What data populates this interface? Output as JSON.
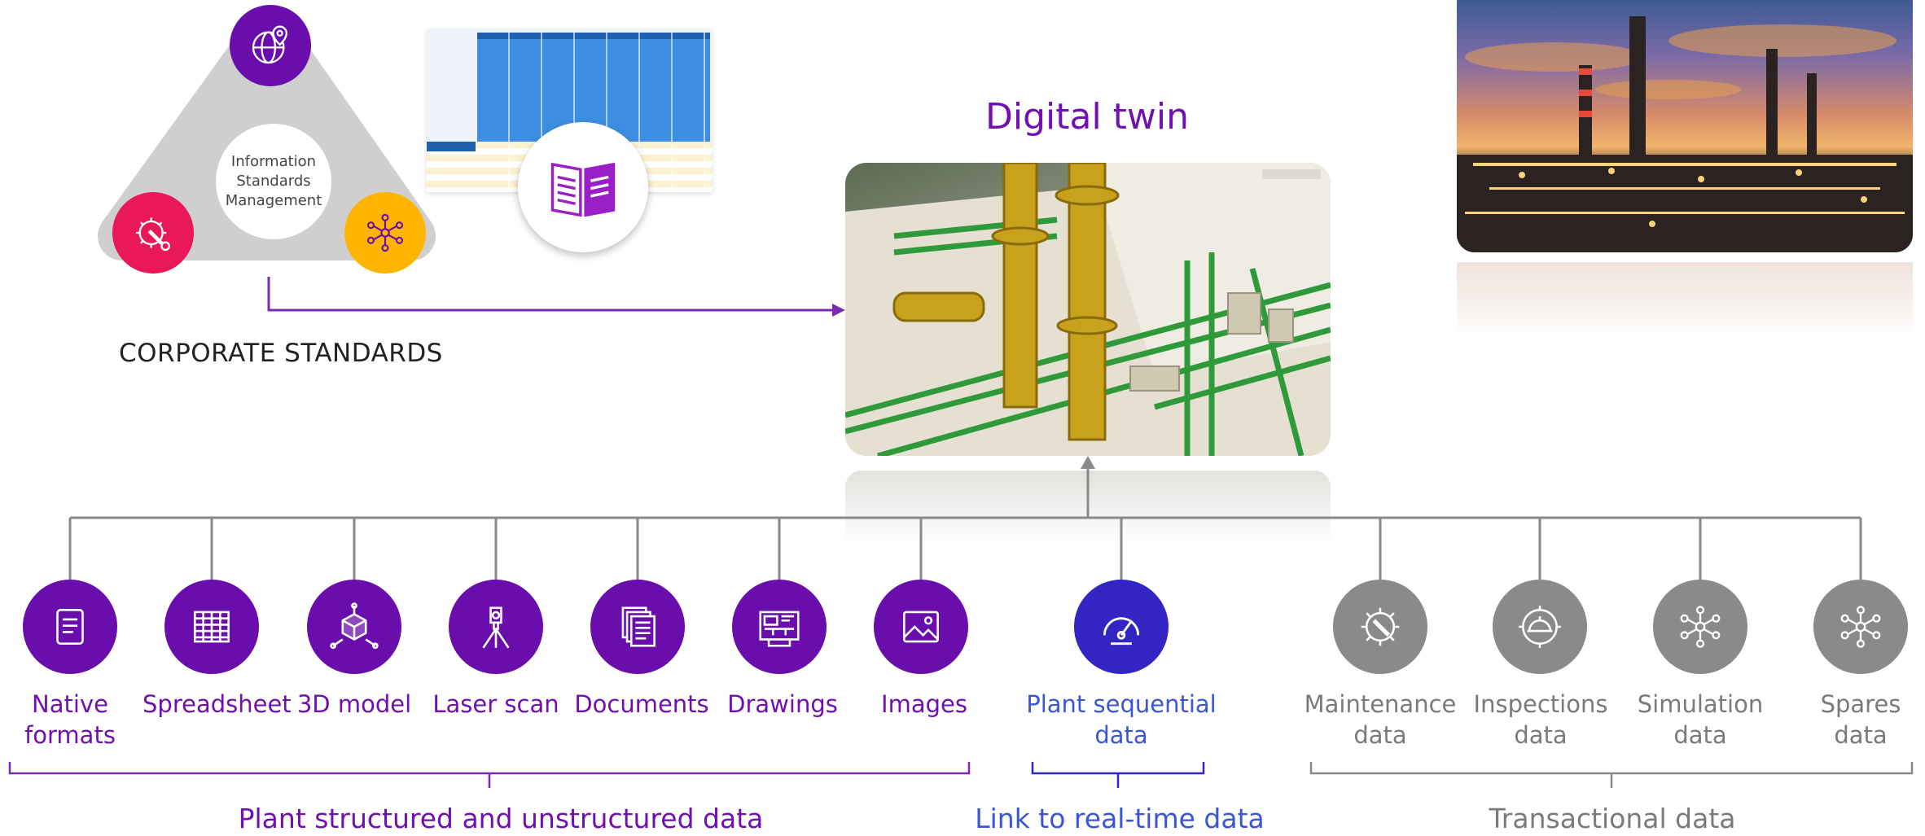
{
  "corporate": {
    "center_label": "Information\nStandards\nManagement",
    "title": "CORPORATE STANDARDS",
    "icons": [
      "globe-location-icon",
      "wrench-gear-icon",
      "network-brain-icon",
      "open-book-icon"
    ]
  },
  "digital_twin": {
    "title": "Digital twin"
  },
  "sources": [
    {
      "label": "Native\nformats",
      "icon": "document-icon"
    },
    {
      "label": "Spreadsheet",
      "icon": "spreadsheet-icon"
    },
    {
      "label": "3D model",
      "icon": "cube-model-icon"
    },
    {
      "label": "Laser scan",
      "icon": "laser-scanner-icon"
    },
    {
      "label": "Documents",
      "icon": "documents-icon"
    },
    {
      "label": "Drawings",
      "icon": "drawing-icon"
    },
    {
      "label": "Images",
      "icon": "image-icon"
    },
    {
      "label": "Plant sequential\ndata",
      "icon": "gauge-icon"
    },
    {
      "label": "Maintenance\ndata",
      "icon": "gear-wrench-icon"
    },
    {
      "label": "Inspections\ndata",
      "icon": "hardhat-gear-icon"
    },
    {
      "label": "Simulation\ndata",
      "icon": "network-brain-icon"
    },
    {
      "label": "Spares\ndata",
      "icon": "network-brain-icon"
    }
  ],
  "groups": {
    "structured": "Plant structured and unstructured data",
    "realtime": "Link to real-time data",
    "transactional": "Transactional data"
  },
  "colors": {
    "purple": "#6a0dad",
    "blue": "#3225c4",
    "grey": "#8a8a8a",
    "pink": "#e8185a",
    "amber": "#ffb400"
  }
}
